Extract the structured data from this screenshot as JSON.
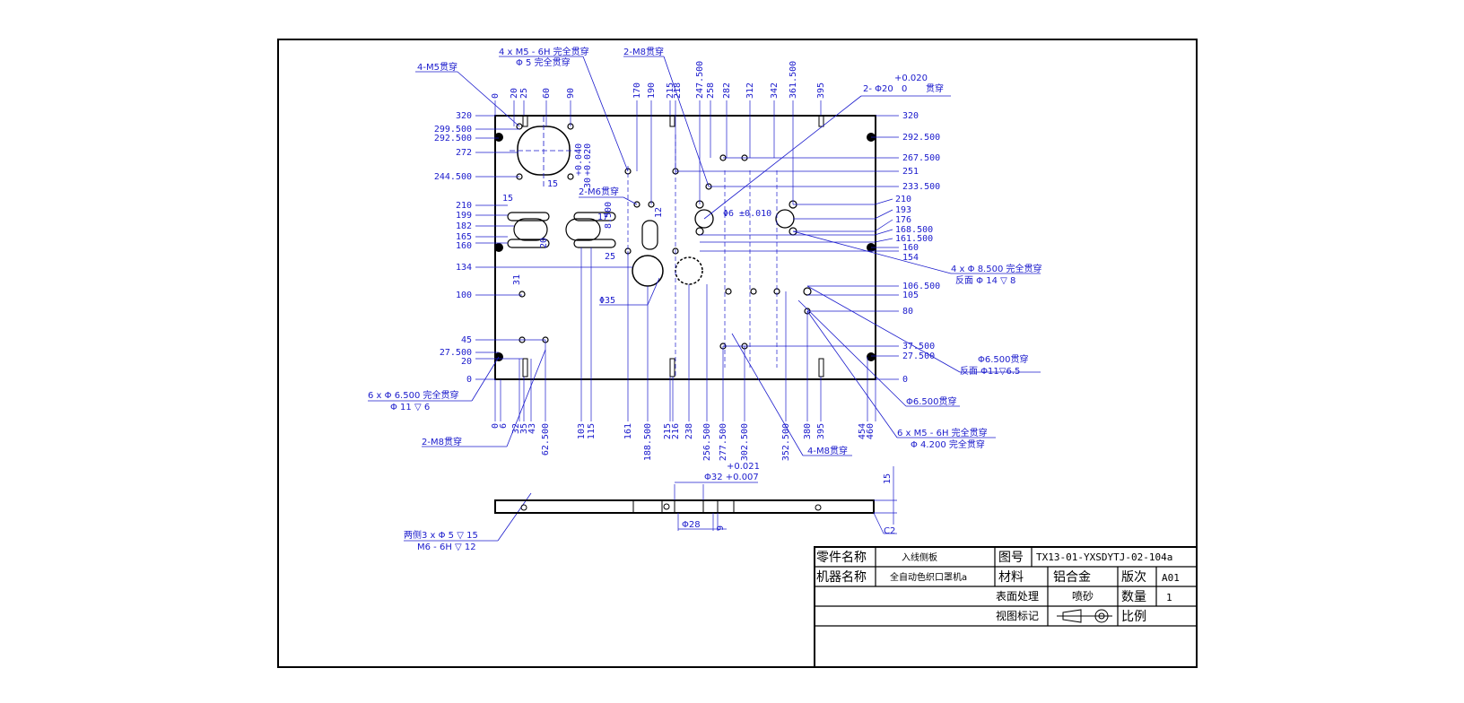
{
  "title_block": {
    "part_name_label": "零件名称",
    "part_name": "入线侧板",
    "drawing_no_label": "图号",
    "drawing_no": "TX13-01-YXSDYTJ-02-104a",
    "machine_name_label": "机器名称",
    "machine_name": "全自动色织口罩机a",
    "material_label": "材料",
    "material": "铝合金",
    "revision_label": "版次",
    "revision": "A01",
    "surface_label": "表面处理",
    "surface": "喷砂",
    "qty_label": "数量",
    "qty": "1",
    "view_label": "视图标记",
    "scale_label": "比例"
  },
  "top_dims": [
    "0",
    "20",
    "25",
    "60",
    "90",
    "170",
    "190",
    "215",
    "218",
    "247.500",
    "258",
    "282",
    "312",
    "342",
    "361.500",
    "395"
  ],
  "bottom_dims": [
    "0",
    "6",
    "32",
    "35",
    "43",
    "62.500",
    "103",
    "115",
    "161",
    "188.500",
    "215",
    "216",
    "238",
    "256.500",
    "277.500",
    "302.500",
    "352.500",
    "380",
    "395",
    "454",
    "460"
  ],
  "left_dims": [
    "320",
    "299.500",
    "292.500",
    "272",
    "244.500",
    "210",
    "199",
    "182",
    "165",
    "160",
    "134",
    "100",
    "45",
    "27.500",
    "20",
    "0"
  ],
  "right_dims": [
    "320",
    "292.500",
    "267.500",
    "251",
    "233.500",
    "210",
    "193",
    "176",
    "168.500",
    "161.500",
    "160",
    "154",
    "106.500",
    "105",
    "80",
    "37.500",
    "27.500",
    "0"
  ],
  "inner_dims": [
    "15",
    "15",
    "+0.040",
    "+0.020",
    "30",
    "17",
    "8.500",
    "12",
    "20",
    "25",
    "31",
    "Φ6 ±0.010",
    "Φ35"
  ],
  "notes": {
    "m5_through_4": "4-M5贯穿",
    "m5_4x": "4 x  M5 - 6H 完全贯穿",
    "m5_4x_b": "Φ 5 完全贯穿",
    "m8_2_top": "2-M8贯穿",
    "d20": "2- Φ20",
    "d20_tol_up": "+0.020",
    "d20_tol_low": "0",
    "d20_suffix": "贯穿",
    "m6_2": "2-M6贯穿",
    "d8_4x": "4 x  Φ 8.500 完全贯穿",
    "d8_4x_b": "反面 Φ 14 ▽ 8",
    "d6_500_a": "Φ6.500贯穿",
    "d6_500_b": "反面 Φ11▽6.5",
    "d6_500_c": "Φ6.500贯穿",
    "d6_6x": "6 x  Φ 6.500 完全贯穿",
    "d6_6x_b": "Φ 11 ▽ 6",
    "m8_2_bottom": "2-M8贯穿",
    "m8_4": "4-M8贯穿",
    "m5_6x": "6 x  M5 - 6H 完全贯穿",
    "m5_6x_b": "Φ 4.200 完全贯穿",
    "side_holes": "两侧3 x  Φ 5 ▽ 15",
    "side_holes_b": "M6 - 6H ▽ 12",
    "d32_up": "+0.021",
    "d32": "Φ32 +0.007",
    "d28": "Φ28",
    "side_9": "9",
    "side_15": "15",
    "c2": "C2"
  },
  "colors": {
    "border": "#000000",
    "dimension": "#1a1acc",
    "part": "#000000"
  }
}
